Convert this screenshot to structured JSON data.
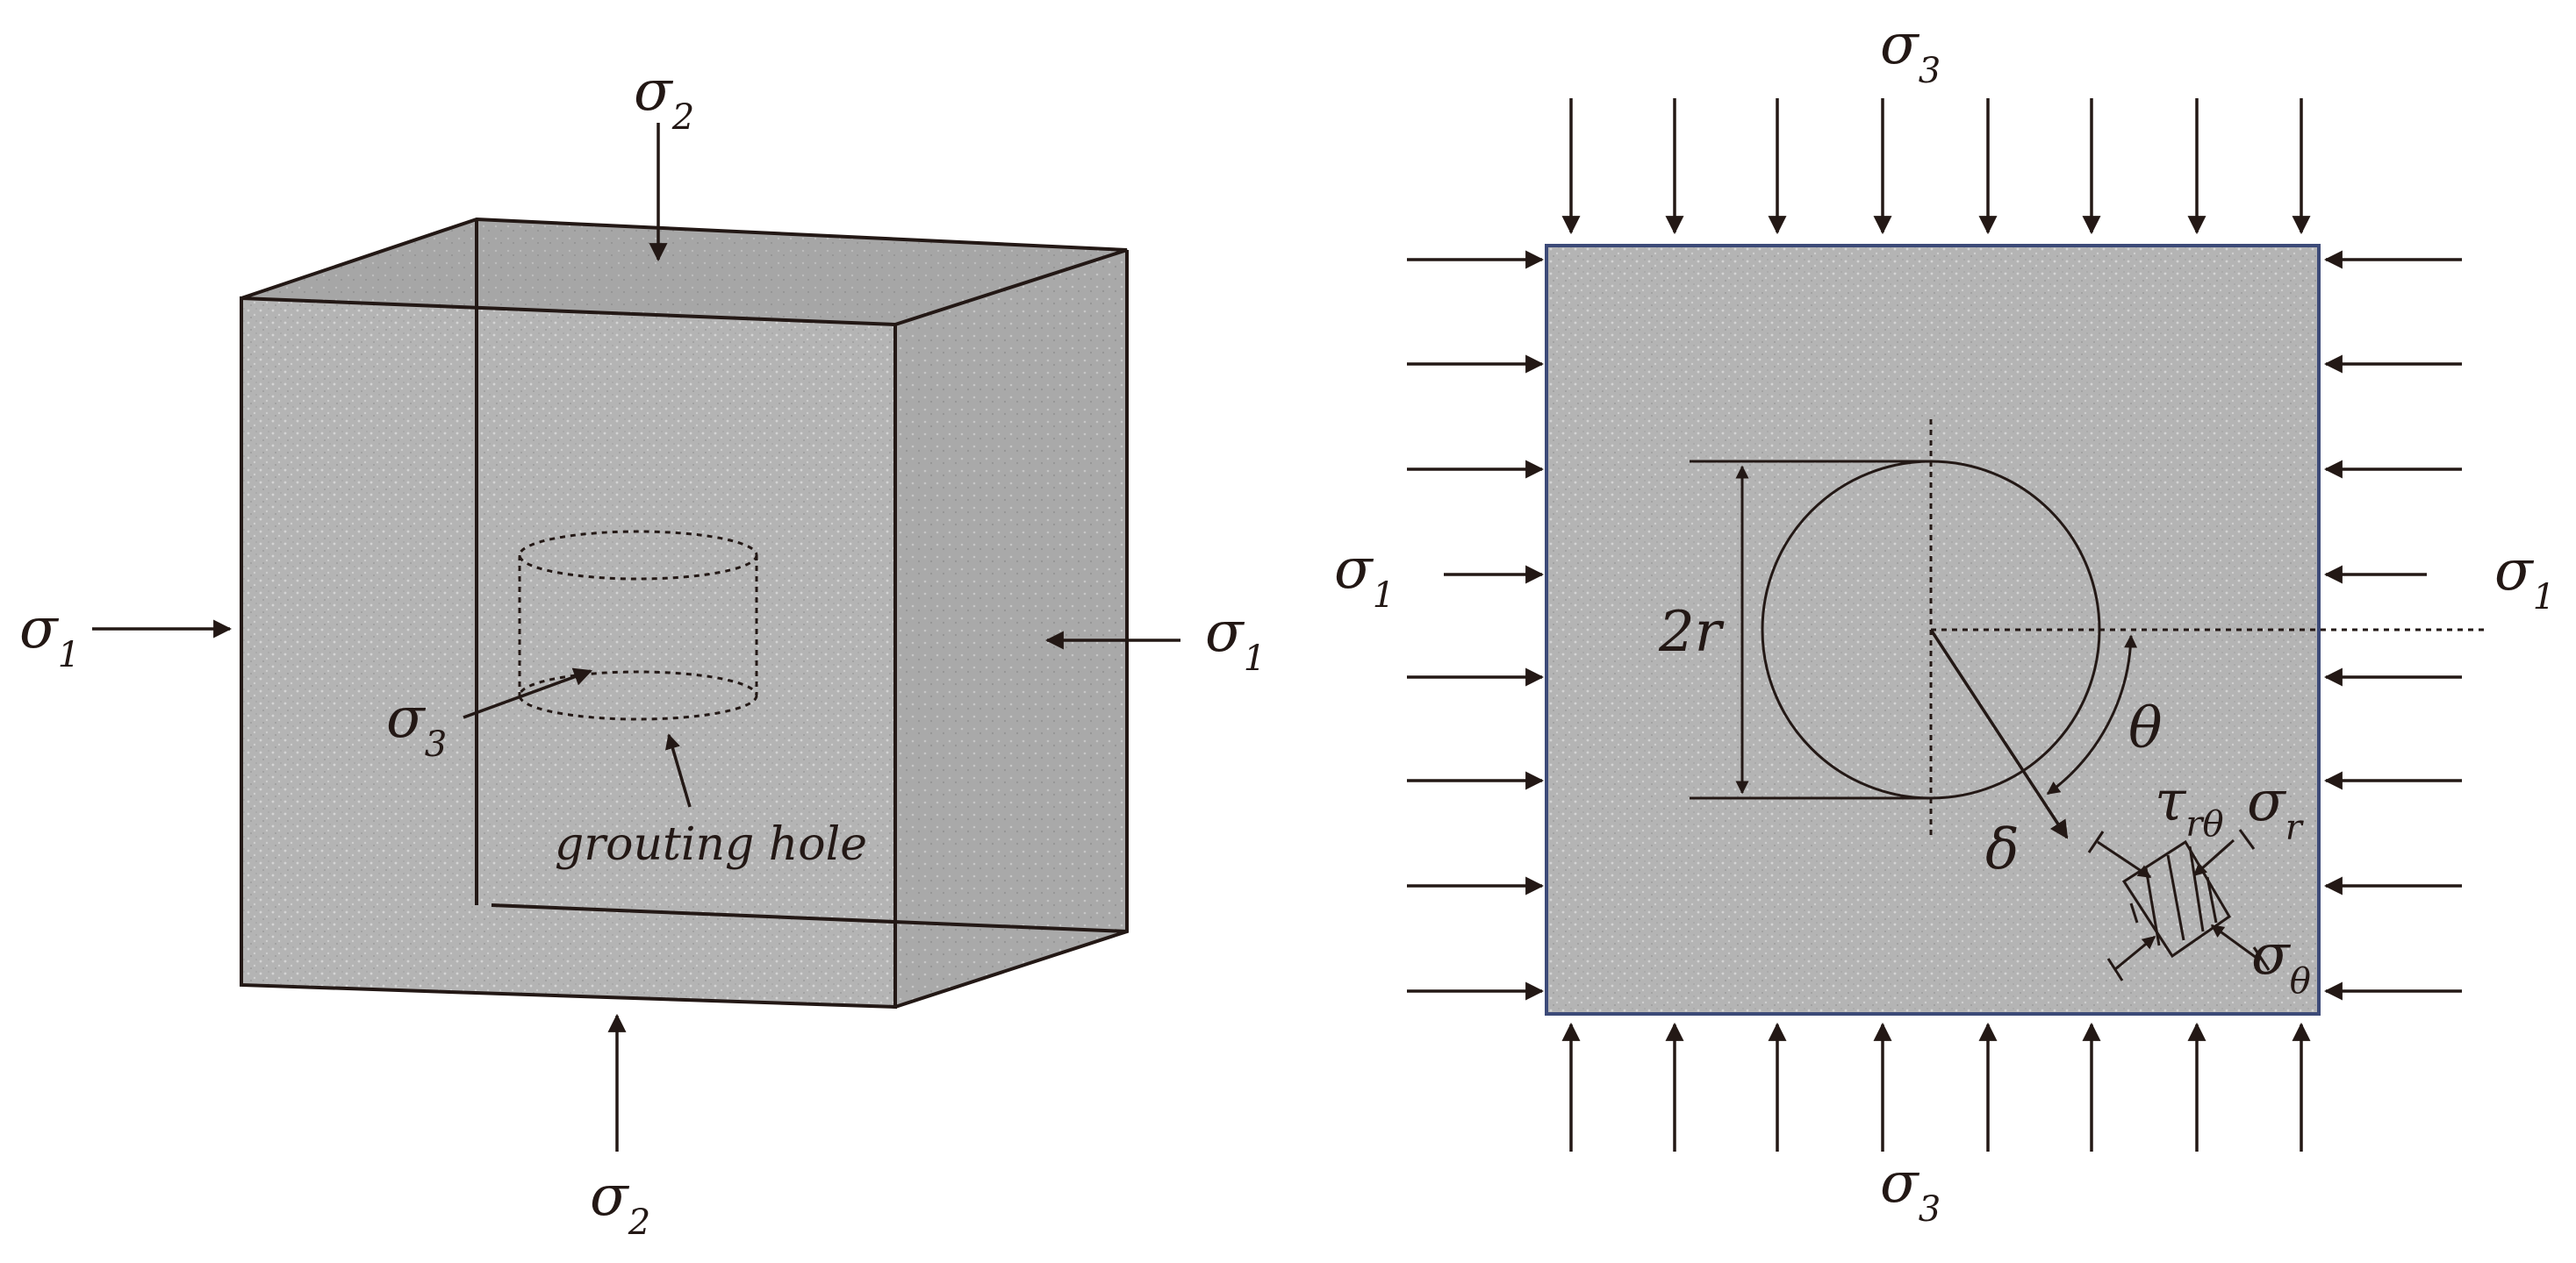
{
  "left_figure": {
    "top_load": {
      "symbol": "σ",
      "subscript": "2"
    },
    "bottom_load": {
      "symbol": "σ",
      "subscript": "2"
    },
    "left_load": {
      "symbol": "σ",
      "subscript": "1"
    },
    "right_load": {
      "symbol": "σ",
      "subscript": "1"
    },
    "hole_load": {
      "symbol": "σ",
      "subscript": "3"
    },
    "hole_note": "grouting hole"
  },
  "right_figure": {
    "top_load": {
      "symbol": "σ",
      "subscript": "3"
    },
    "bottom_load": {
      "symbol": "σ",
      "subscript": "3"
    },
    "left_load": {
      "symbol": "σ",
      "subscript": "1"
    },
    "right_load": {
      "symbol": "σ",
      "subscript": "1"
    },
    "diameter": "2r",
    "angle": "θ",
    "displacement": "δ",
    "shear_stress": {
      "symbol": "τ",
      "subscript": "rθ"
    },
    "radial_stress": {
      "symbol": "σ",
      "subscript": "r"
    },
    "hoop_stress": {
      "symbol": "σ",
      "subscript": "θ"
    }
  },
  "colors": {
    "ink": "#231815",
    "rock_fill": "#b4b4b4",
    "frame": "#3c4a78"
  }
}
